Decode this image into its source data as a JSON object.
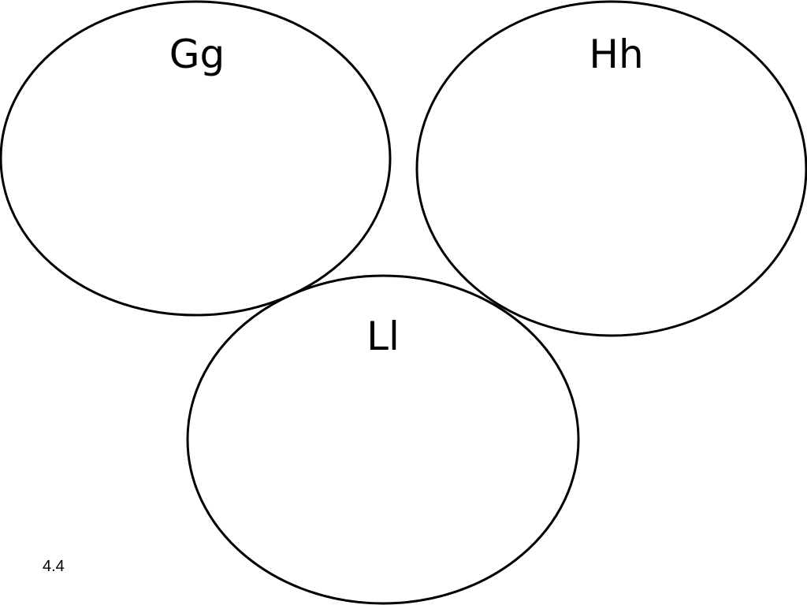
{
  "diagram": {
    "ovals": [
      {
        "label": "Gg"
      },
      {
        "label": "Hh"
      },
      {
        "label": "Ll"
      }
    ],
    "stroke_color": "#000000",
    "background_color": "#ffffff"
  },
  "footer": {
    "slide_number": "4.4"
  }
}
